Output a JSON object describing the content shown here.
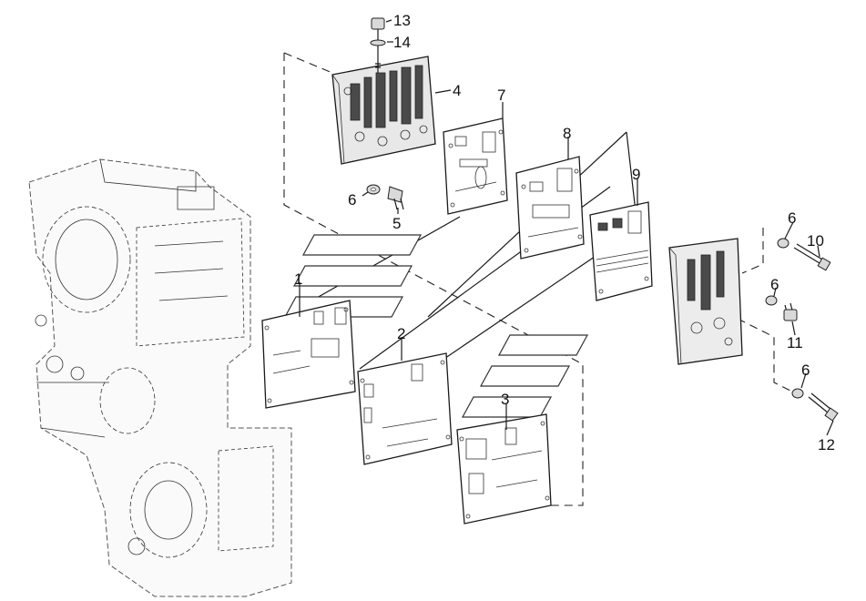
{
  "diagram": {
    "callouts": [
      {
        "id": "13",
        "label": "13"
      },
      {
        "id": "14",
        "label": "14"
      },
      {
        "id": "4",
        "label": "4"
      },
      {
        "id": "7",
        "label": "7"
      },
      {
        "id": "8",
        "label": "8"
      },
      {
        "id": "9",
        "label": "9"
      },
      {
        "id": "6a",
        "label": "6"
      },
      {
        "id": "5",
        "label": "5"
      },
      {
        "id": "6b",
        "label": "6"
      },
      {
        "id": "10",
        "label": "10"
      },
      {
        "id": "6c",
        "label": "6"
      },
      {
        "id": "11",
        "label": "11"
      },
      {
        "id": "1",
        "label": "1"
      },
      {
        "id": "2",
        "label": "2"
      },
      {
        "id": "3",
        "label": "3"
      },
      {
        "id": "6d",
        "label": "6"
      },
      {
        "id": "12",
        "label": "12"
      }
    ]
  }
}
